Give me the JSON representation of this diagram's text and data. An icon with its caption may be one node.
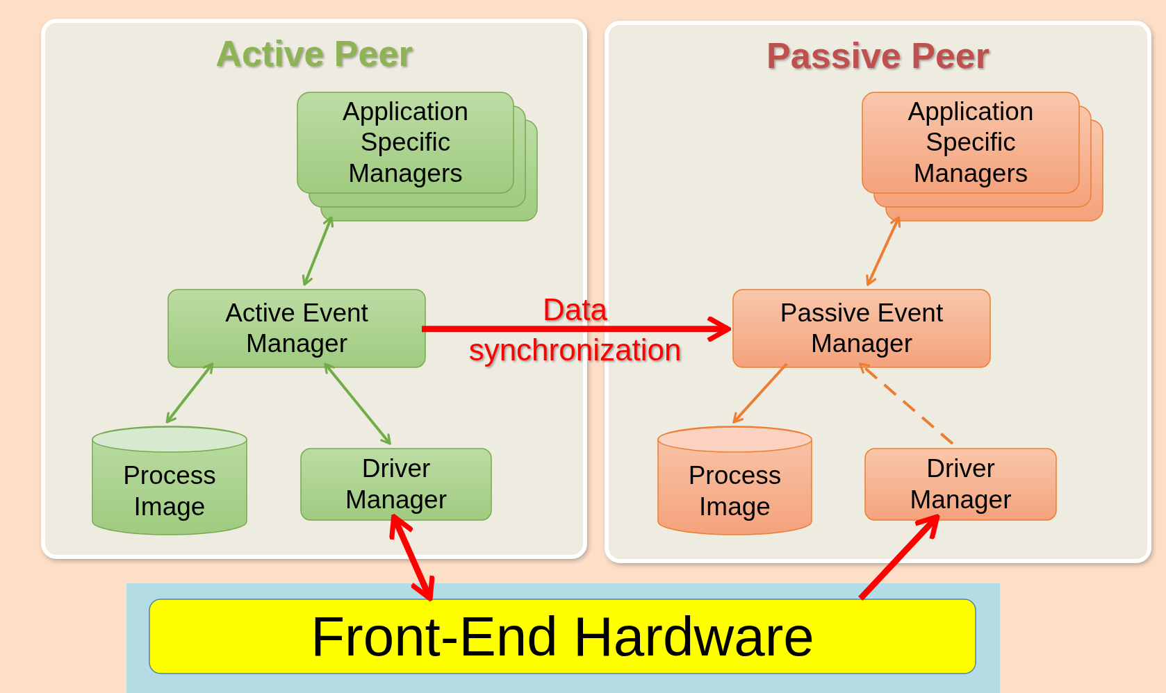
{
  "diagram": {
    "nodes": [
      {
        "text": [
          "Active Peer"
        ]
      },
      {
        "text": [
          "Application Specific Managers"
        ],
        "in": 0
      },
      {
        "text": [
          "Active Event Manager"
        ],
        "in": 0
      },
      {
        "text": [
          "Process Image"
        ],
        "in": 0
      },
      {
        "text": [
          "Driver Manager"
        ],
        "in": 0
      },
      {
        "text": [
          "Passive Peer"
        ]
      },
      {
        "text": [
          "Application Specific Managers"
        ],
        "in": 5
      },
      {
        "text": [
          "Passive Event Manager"
        ],
        "in": 5
      },
      {
        "text": [
          "Process Image"
        ],
        "in": 5
      },
      {
        "text": [
          "Driver Manager"
        ],
        "in": 5
      },
      {
        "text": [
          "Front-End Hardware"
        ]
      }
    ],
    "edges": [
      {
        "from": 2,
        "to": 1,
        "arrow": "both",
        "color": "#70ad47"
      },
      {
        "from": 2,
        "to": 3,
        "arrow": "both",
        "color": "#70ad47"
      },
      {
        "from": 2,
        "to": 4,
        "arrow": "both",
        "color": "#70ad47"
      },
      {
        "from": 2,
        "to": 7,
        "arrow": "to",
        "label": "Data synchronization",
        "style": "thick",
        "color": "#ff0000"
      },
      {
        "from": 7,
        "to": 6,
        "arrow": "both",
        "color": "#ed7d31"
      },
      {
        "from": 7,
        "to": 8,
        "arrow": "to",
        "color": "#ed7d31"
      },
      {
        "from": 9,
        "to": 7,
        "arrow": "to",
        "style": "dashed",
        "color": "#ed7d31"
      },
      {
        "from": 4,
        "to": 10,
        "arrow": "both",
        "style": "thick",
        "color": "#ff0000"
      },
      {
        "from": 10,
        "to": 9,
        "arrow": "to",
        "style": "thick",
        "color": "#ff0000"
      }
    ]
  }
}
